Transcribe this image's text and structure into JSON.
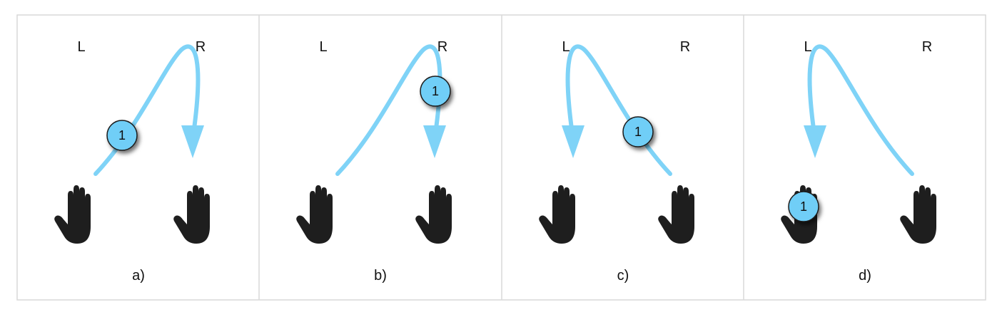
{
  "colors": {
    "path": "#7fd3f7",
    "ball": "#6fcef7",
    "hand": "#1e1e1e",
    "frame": "#d9d9d9"
  },
  "panels": [
    {
      "caption": "a)",
      "left_label": "L",
      "right_label": "R",
      "throw_from": "left",
      "ball_label": "1",
      "ball_stage": "ascending"
    },
    {
      "caption": "b)",
      "left_label": "L",
      "right_label": "R",
      "throw_from": "left",
      "ball_label": "1",
      "ball_stage": "descending"
    },
    {
      "caption": "c)",
      "left_label": "L",
      "right_label": "R",
      "throw_from": "right",
      "ball_label": "1",
      "ball_stage": "ascending"
    },
    {
      "caption": "d)",
      "left_label": "L",
      "right_label": "R",
      "throw_from": "right",
      "ball_label": "1",
      "ball_stage": "caught"
    }
  ]
}
